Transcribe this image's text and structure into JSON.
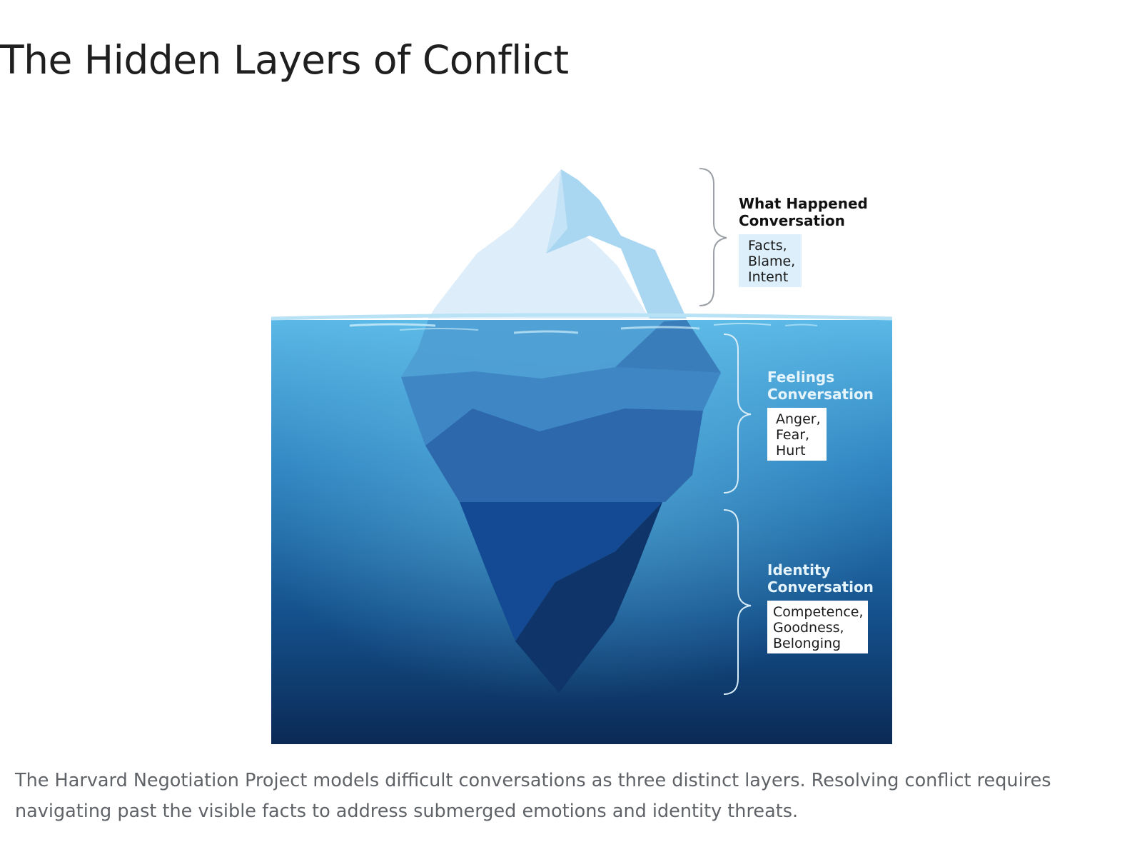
{
  "title": "The Hidden Layers of Conflict",
  "layers": [
    {
      "title_lines": [
        "What Happened",
        "Conversation"
      ],
      "items": [
        "Facts,",
        "Blame,",
        "Intent"
      ]
    },
    {
      "title_lines": [
        "Feelings",
        "Conversation"
      ],
      "items": [
        "Anger,",
        "Fear,",
        "Hurt"
      ]
    },
    {
      "title_lines": [
        "Identity",
        "Conversation"
      ],
      "items": [
        "Competence,",
        "Goodness,",
        "Belonging"
      ]
    }
  ],
  "caption_lines": [
    "The Harvard Negotiation Project models difficult conversations as three distinct layers. Resolving conflict requires",
    "navigating past the visible facts to address submerged emotions and identity threats."
  ],
  "colors": {
    "ice_light": "#dcecf9",
    "ice_mid": "#a9d6f1",
    "water_top": "#57b5e3",
    "water_bottom": "#0b2a55",
    "layer_feelings": "#2f6aac",
    "layer_identity": "#13478f"
  }
}
